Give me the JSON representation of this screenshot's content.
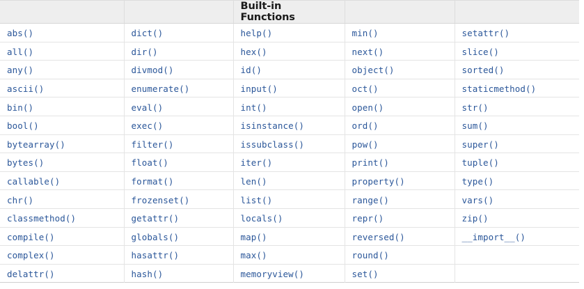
{
  "table": {
    "title": "Built-in Functions",
    "title_column_index": 2,
    "columns": 5,
    "header_cells": [
      "",
      "",
      "Built-in Functions",
      "",
      ""
    ],
    "rows": [
      [
        "abs()",
        "dict()",
        "help()",
        "min()",
        "setattr()"
      ],
      [
        "all()",
        "dir()",
        "hex()",
        "next()",
        "slice()"
      ],
      [
        "any()",
        "divmod()",
        "id()",
        "object()",
        "sorted()"
      ],
      [
        "ascii()",
        "enumerate()",
        "input()",
        "oct()",
        "staticmethod()"
      ],
      [
        "bin()",
        "eval()",
        "int()",
        "open()",
        "str()"
      ],
      [
        "bool()",
        "exec()",
        "isinstance()",
        "ord()",
        "sum()"
      ],
      [
        "bytearray()",
        "filter()",
        "issubclass()",
        "pow()",
        "super()"
      ],
      [
        "bytes()",
        "float()",
        "iter()",
        "print()",
        "tuple()"
      ],
      [
        "callable()",
        "format()",
        "len()",
        "property()",
        "type()"
      ],
      [
        "chr()",
        "frozenset()",
        "list()",
        "range()",
        "vars()"
      ],
      [
        "classmethod()",
        "getattr()",
        "locals()",
        "repr()",
        "zip()"
      ],
      [
        "compile()",
        "globals()",
        "map()",
        "reversed()",
        "__import__()"
      ],
      [
        "complex()",
        "hasattr()",
        "max()",
        "round()",
        ""
      ],
      [
        "delattr()",
        "hash()",
        "memoryview()",
        "set()",
        ""
      ]
    ]
  },
  "colors": {
    "link": "#2a5699",
    "header_background": "#eeeeee",
    "header_text": "#1a1a1a",
    "border": "#e4e4e4",
    "page_background": "#ffffff"
  }
}
